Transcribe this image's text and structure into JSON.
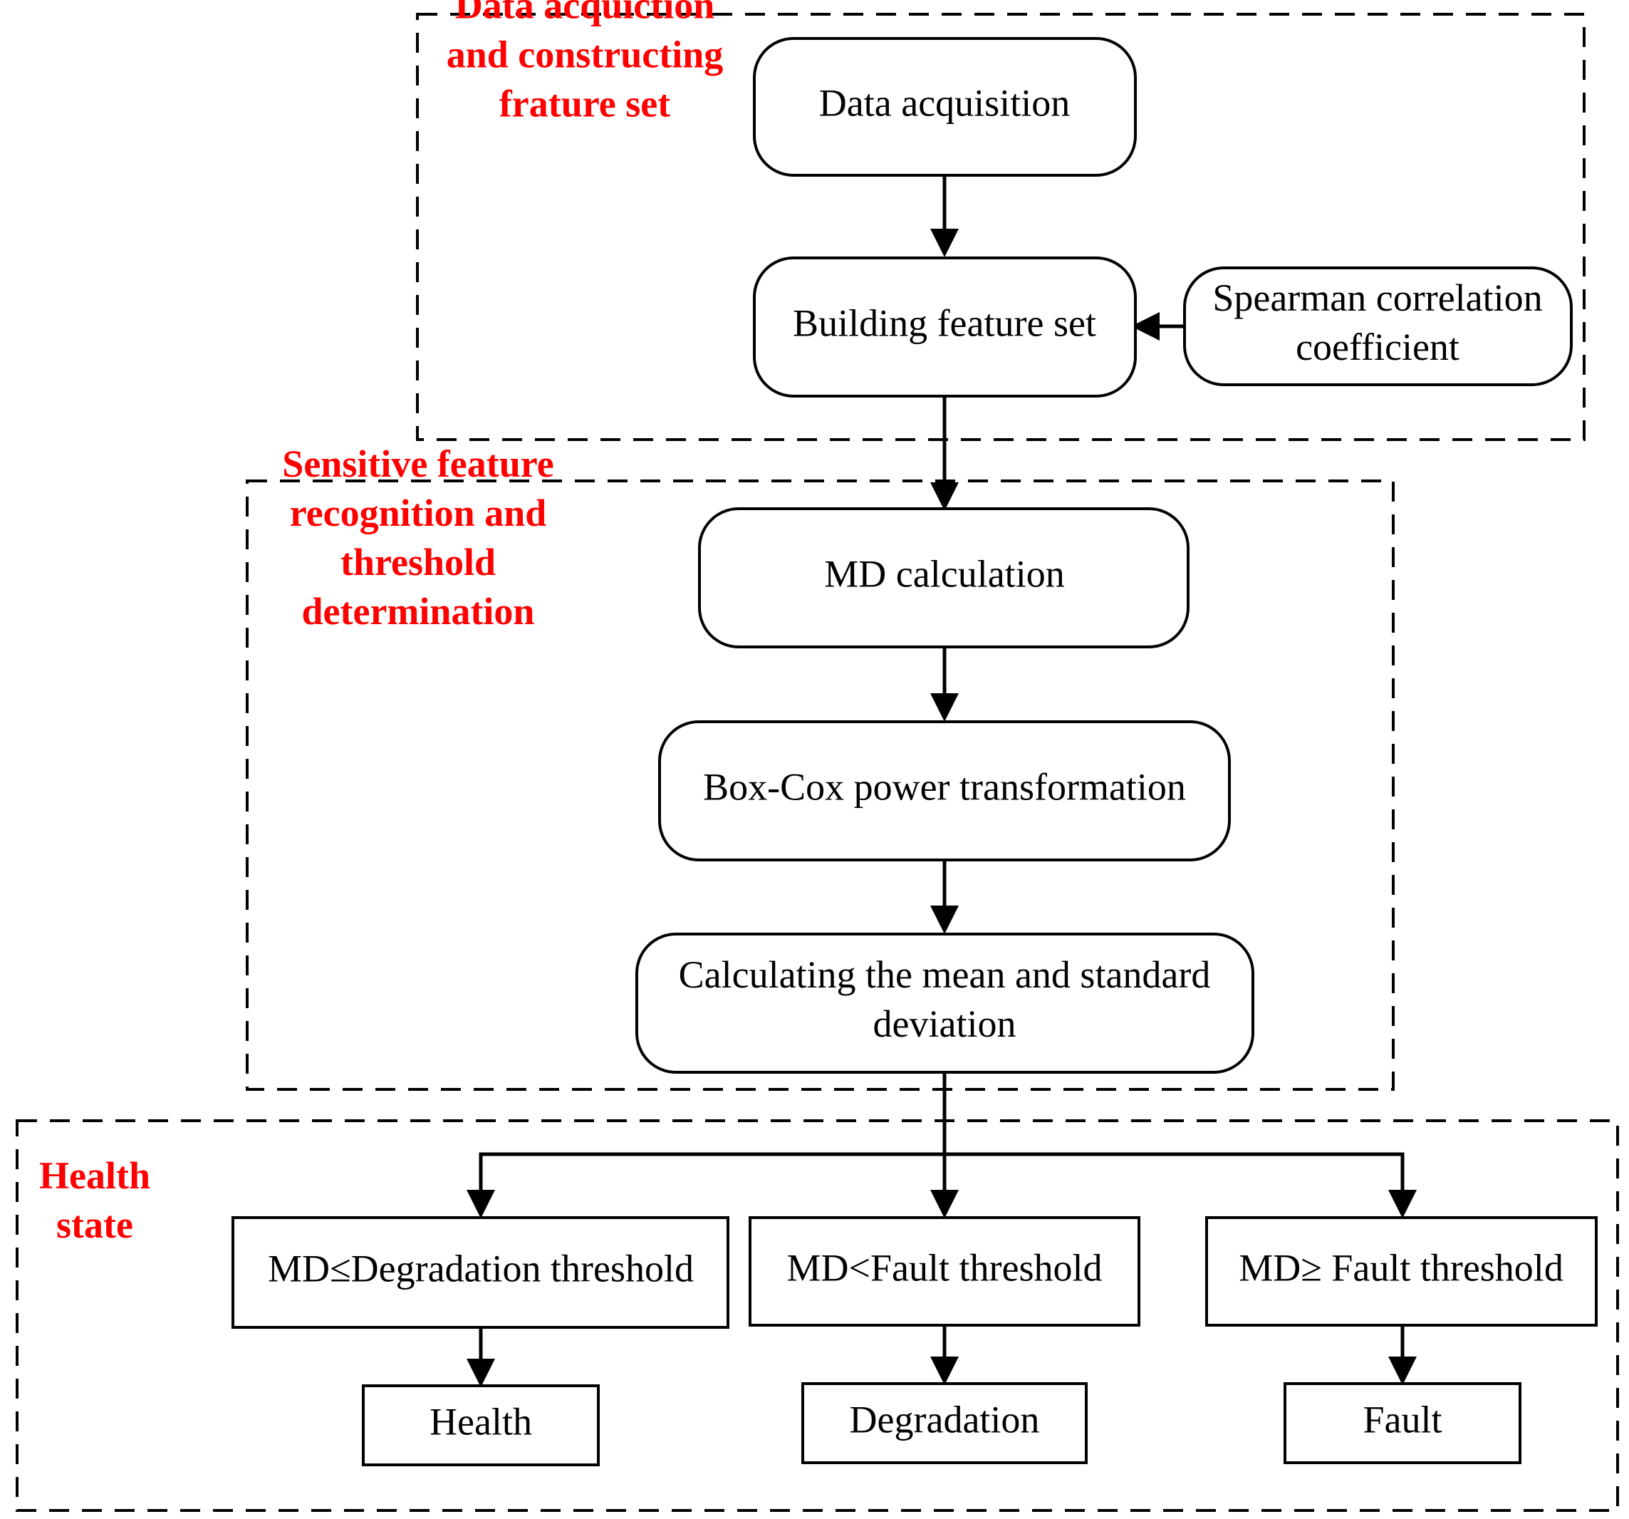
{
  "colors": {
    "label": "#ff0000",
    "line": "#000000",
    "background": "#ffffff"
  },
  "sections": {
    "acquisition": {
      "lines": [
        "Data acquiction",
        "and constructing",
        "frature set"
      ]
    },
    "recognition": {
      "lines": [
        "Sensitive feature",
        "recognition and",
        "threshold",
        "determination"
      ]
    },
    "health": {
      "lines": [
        "Health",
        "state"
      ]
    }
  },
  "nodes": {
    "data_acquisition": {
      "lines": [
        "Data acquisition"
      ]
    },
    "building_feature_set": {
      "lines": [
        "Building feature set"
      ]
    },
    "spearman": {
      "lines": [
        "Spearman correlation",
        "coefficient"
      ]
    },
    "md_calculation": {
      "lines": [
        "MD calculation"
      ]
    },
    "box_cox": {
      "lines": [
        "Box-Cox power transformation"
      ]
    },
    "mean_std": {
      "lines": [
        "Calculating the mean and standard",
        "deviation"
      ]
    },
    "cond_degradation": {
      "lines": [
        "MD≤Degradation threshold"
      ]
    },
    "cond_fault_lt": {
      "lines": [
        "MD<Fault threshold"
      ]
    },
    "cond_fault_ge": {
      "lines": [
        "MD≥ Fault threshold"
      ]
    },
    "out_health": {
      "lines": [
        "Health"
      ]
    },
    "out_degradation": {
      "lines": [
        "Degradation"
      ]
    },
    "out_fault": {
      "lines": [
        "Fault"
      ]
    }
  }
}
